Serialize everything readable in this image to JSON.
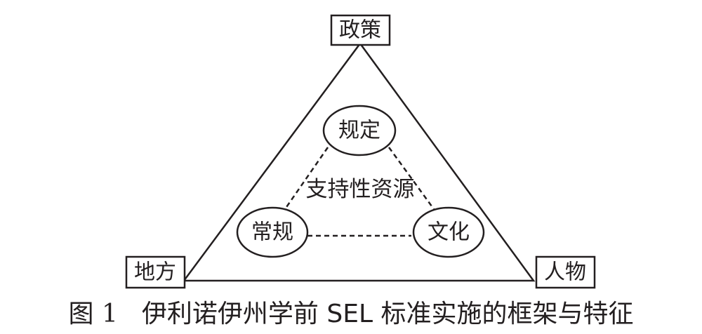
{
  "nodes": {
    "top": "政策",
    "bottom_left": "地方",
    "bottom_right": "人物"
  },
  "circles": {
    "top": "规定",
    "left": "常规",
    "right": "文化"
  },
  "center_label": "支持性资源",
  "caption": {
    "figure_number": "图 1",
    "title": "伊利诺伊州学前 SEL 标准实施的框架与特征"
  }
}
